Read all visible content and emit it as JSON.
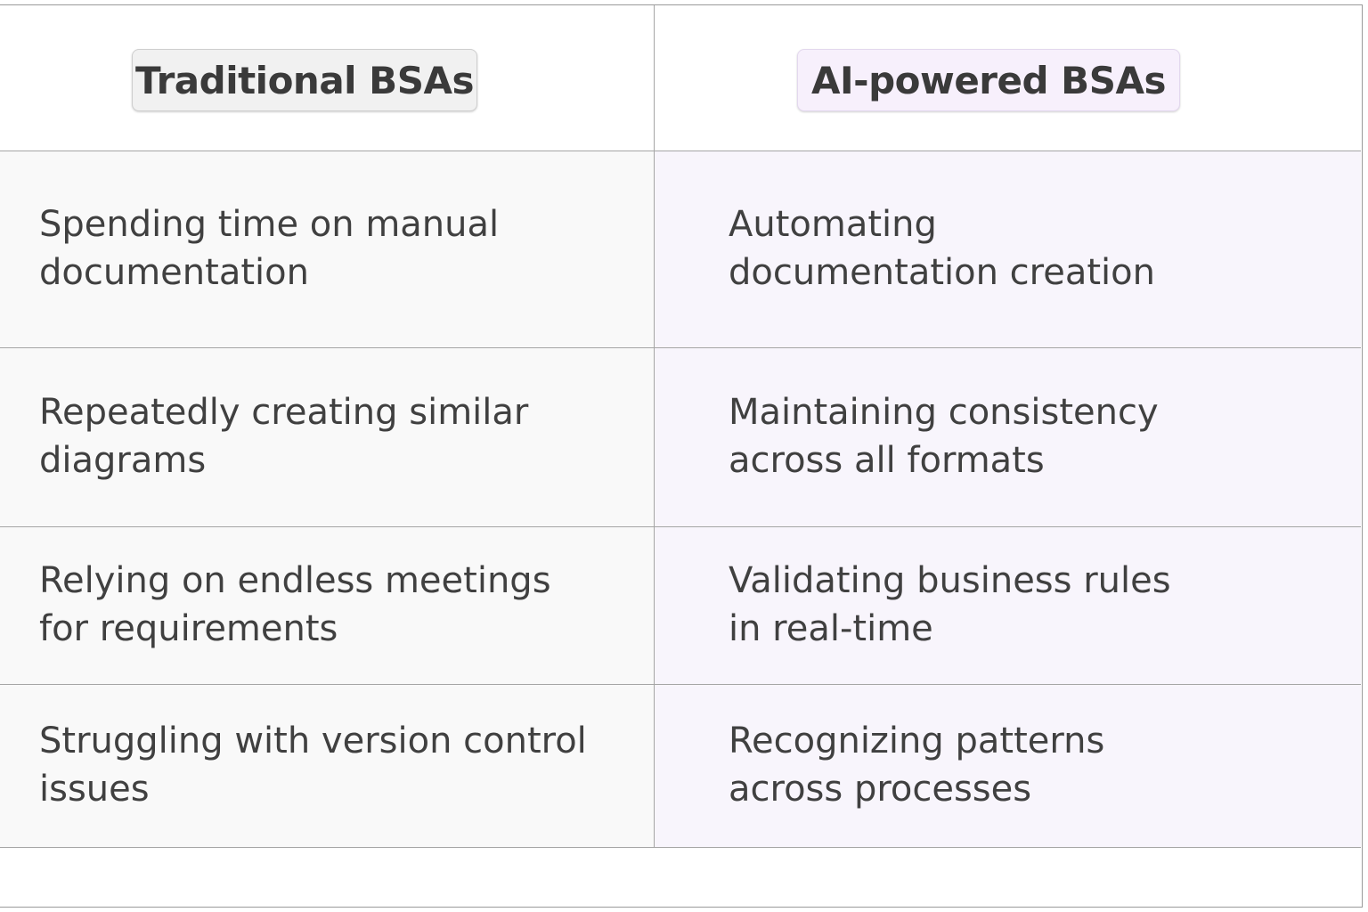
{
  "header": {
    "left_label": "Traditional BSAs",
    "right_label": "AI-powered BSAs"
  },
  "rows": [
    {
      "traditional": "Spending time on manual\ndocumentation",
      "ai": "Automating\ndocumentation creation"
    },
    {
      "traditional": "Repeatedly creating similar\ndiagrams",
      "ai": "Maintaining consistency\nacross all formats"
    },
    {
      "traditional": "Relying on endless meetings\nfor requirements",
      "ai": "Validating business rules\nin real-time"
    },
    {
      "traditional": "Struggling with version control\nissues",
      "ai": "Recognizing patterns\nacross processes"
    }
  ],
  "colors": {
    "left_pill_bg": "#f1f1f1",
    "right_pill_bg": "#f7f0fc",
    "left_cell_bg": "#f9f9f9",
    "right_cell_bg": "#f8f5fc",
    "border": "#a5a5a5"
  }
}
